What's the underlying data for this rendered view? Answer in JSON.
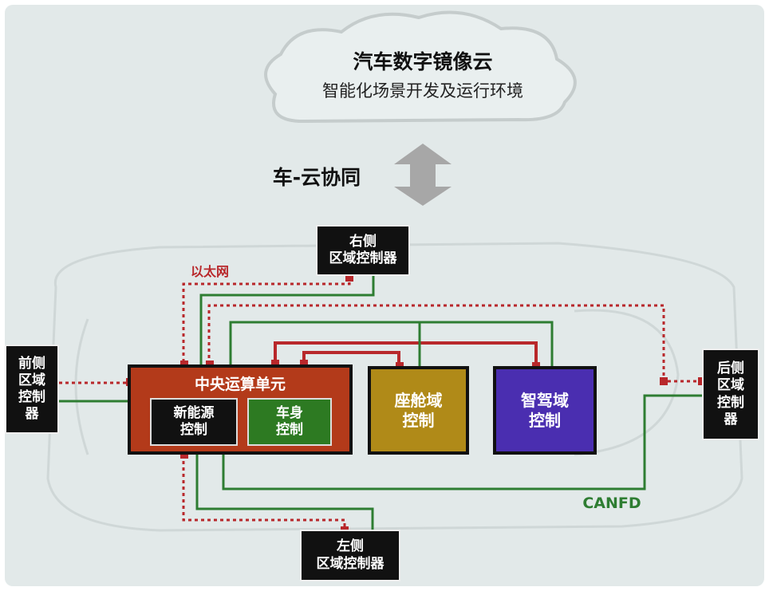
{
  "cloud": {
    "title": "汽车数字镜像云",
    "subtitle": "智能化场景开发及运行环境"
  },
  "sync_label": "车-云协同",
  "ethernet_label": "以太网",
  "canfd_label": "CANFD",
  "controllers": {
    "right": "右侧\n区域控制器",
    "front": "前侧\n区域\n控制\n器",
    "rear": "后侧\n区域\n控制\n器",
    "left": "左侧\n区域控制器"
  },
  "central_unit": {
    "title": "中央运算单元",
    "ev_control": "新能源\n控制",
    "body_control": "车身\n控制"
  },
  "domains": {
    "cockpit": "座舱域\n控制",
    "adas": "智驾域\n控制"
  },
  "colors": {
    "background": "#e2e9e9",
    "ethernet": "#b8282b",
    "canfd": "#2e7d32",
    "central_unit": "#b33a1a",
    "cockpit_domain": "#b08a18",
    "adas_domain": "#4a2eb0",
    "body_control": "#2d7a22",
    "controller": "#111111"
  }
}
